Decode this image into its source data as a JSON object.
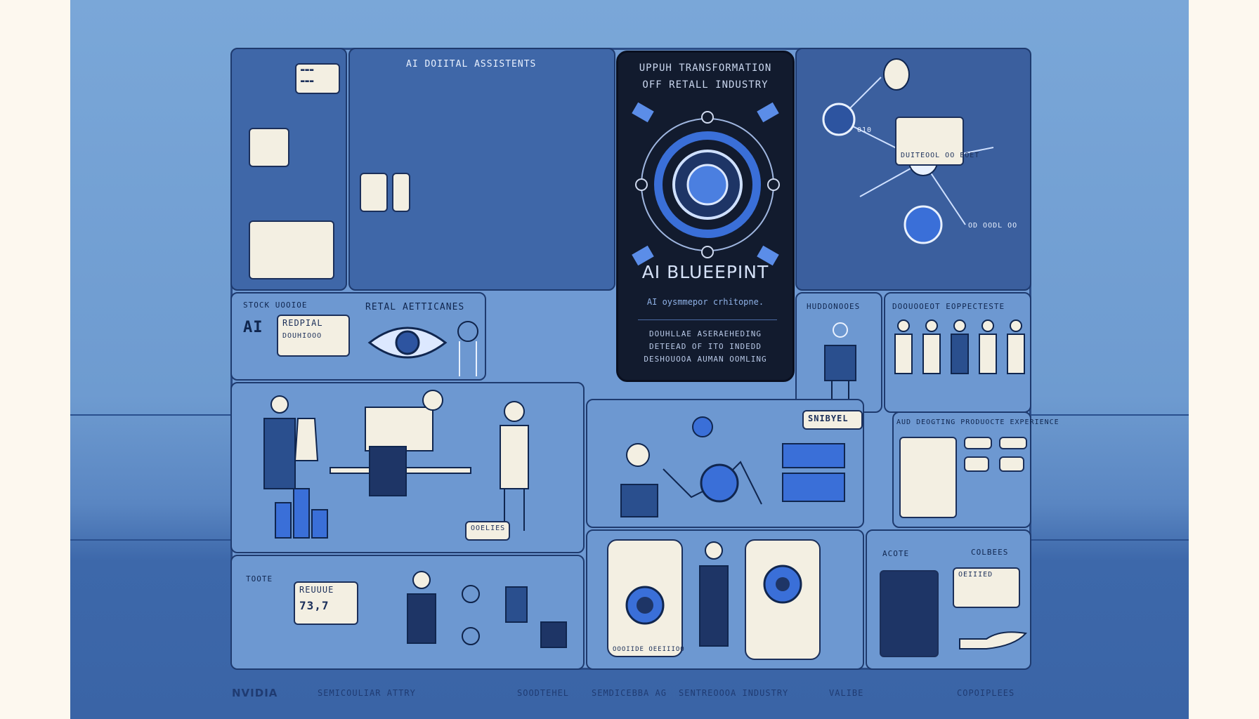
{
  "center": {
    "heading_line1": "UPPUH TRANSFORMATION",
    "heading_line2": "OFF RETALL INDUSTRY",
    "title": "AI BLUEEPINT",
    "subtitle": "AI oysmmepor crhitopne.",
    "desc_line1": "DOUHLLAE ASERAEHEDING",
    "desc_line2": "DETEEAD OF ITO INDEDD",
    "desc_line3": "DESHOUOOA AUMAN OOMLING"
  },
  "labels": {
    "digital_assistants": "AI DOIITAL ASSISTENTS",
    "stock": "STOCK UOOIOE",
    "stock_ai": "AI",
    "retail": "RETAL AETTICANES",
    "retail_card_1": "REDPIAL",
    "retail_card_2": "DOUHIOOO",
    "huddonoes": "HUDDONOOES",
    "product_top": "DOOUOOEOT EOPPECTESTE",
    "shibyel": "SNIBYEL",
    "product_exp": "AUD DEOGTING PRODUOCTE EXPERIENCE",
    "tote": "TOOTE",
    "revenue_label": "REUUUE",
    "revenue_value": "73,7",
    "acote": "ACOTE",
    "colbees": "COLBEES",
    "bubble_right": "DUITEOOL OO EOET",
    "od_label": "OD OODL OO",
    "phone_caption": "OOOIIDE OEEIIIOO",
    "sales": "OOELIES",
    "quote_card": "OEIIIED",
    "number_010": "010"
  },
  "footer": {
    "brand": "NVIDIA",
    "items": [
      "SEMICOULIAR ATTRY",
      "SOODTEHEL",
      "SEMDICEBBA AG",
      "SENTREOOOA INDUSTRY",
      "VALIBE",
      "COPOIPLEES"
    ]
  },
  "colors": {
    "panel": "#6d98d1",
    "dark_panel": "#3f67a8",
    "center": "#121b2e",
    "accent": "#3a6fd8",
    "ink": "#10264f"
  }
}
